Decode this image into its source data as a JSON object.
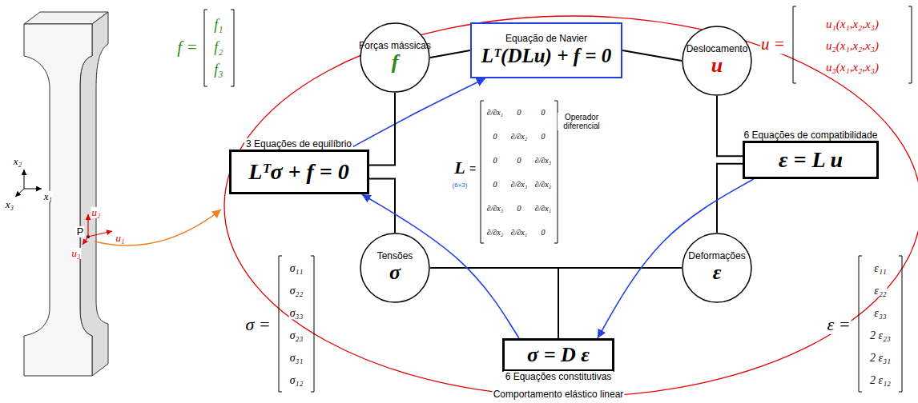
{
  "diagram": {
    "nodes": [
      {
        "text": [
          "Forças mássicas",
          "f"
        ]
      },
      {
        "text": [
          "Equação de Navier",
          "Lᵀ(DLu) + f = 0"
        ]
      },
      {
        "text": [
          "Deslocamento",
          "u"
        ]
      },
      {
        "text": [
          "3 Equações de equilíbrio",
          "Lᵀσ + f = 0"
        ]
      },
      {
        "text": [
          "6 Equações de compatibilidade",
          "ε = L u"
        ]
      },
      {
        "text": [
          "Tensões",
          "σ"
        ]
      },
      {
        "text": [
          "Deformações",
          "ε"
        ]
      },
      {
        "text": [
          "σ = D ε",
          "6 Equações constitutivas"
        ]
      }
    ],
    "edges": [
      {
        "from": 3,
        "to": 1,
        "arrow": "to"
      },
      {
        "from": 0,
        "to": 1,
        "arrow": "none"
      },
      {
        "from": 1,
        "to": 2,
        "arrow": "none"
      },
      {
        "from": 0,
        "to": 3,
        "arrow": "none"
      },
      {
        "from": 5,
        "to": 3,
        "arrow": "none"
      },
      {
        "from": 2,
        "to": 4,
        "arrow": "none"
      },
      {
        "from": 4,
        "to": 6,
        "arrow": "none"
      },
      {
        "from": 5,
        "to": 7,
        "arrow": "none"
      },
      {
        "from": 7,
        "to": 6,
        "arrow": "none"
      },
      {
        "from": 4,
        "to": 7,
        "arrow": "to"
      },
      {
        "from": 7,
        "to": 3,
        "arrow": "to"
      }
    ],
    "labels": [
      "x₂",
      "x₁",
      "x₃",
      "P",
      "u₂",
      "u₁",
      "u₃",
      "f =",
      "f₁",
      "f₂",
      "f₃",
      "u =",
      "u₁(x₁,x₂,x₃)",
      "u₂(x₁,x₂,x₃)",
      "u₃(x₁,x₂,x₃)",
      "L",
      "(6×3)",
      "=",
      "∂/∂x₁",
      "0",
      "0",
      "0",
      "∂/∂x₂",
      "0",
      "0",
      "0",
      "∂/∂x₃",
      "0",
      "∂/∂x₃",
      "∂/∂x₂",
      "∂/∂x₃",
      "0",
      "∂/∂x₁",
      "∂/∂x₂",
      "∂/∂x₁",
      "0",
      "Operador diferencial",
      "σ =",
      "σ₁₁",
      "σ₂₂",
      "σ₃₃",
      "σ₂₃",
      "σ₃₁",
      "σ₁₂",
      "ε =",
      "ε₁₁",
      "ε₂₂",
      "ε₃₃",
      "2 ε₂₃",
      "2 ε₃₁",
      "2 ε₁₂",
      "Comportamento elástico linear"
    ]
  }
}
